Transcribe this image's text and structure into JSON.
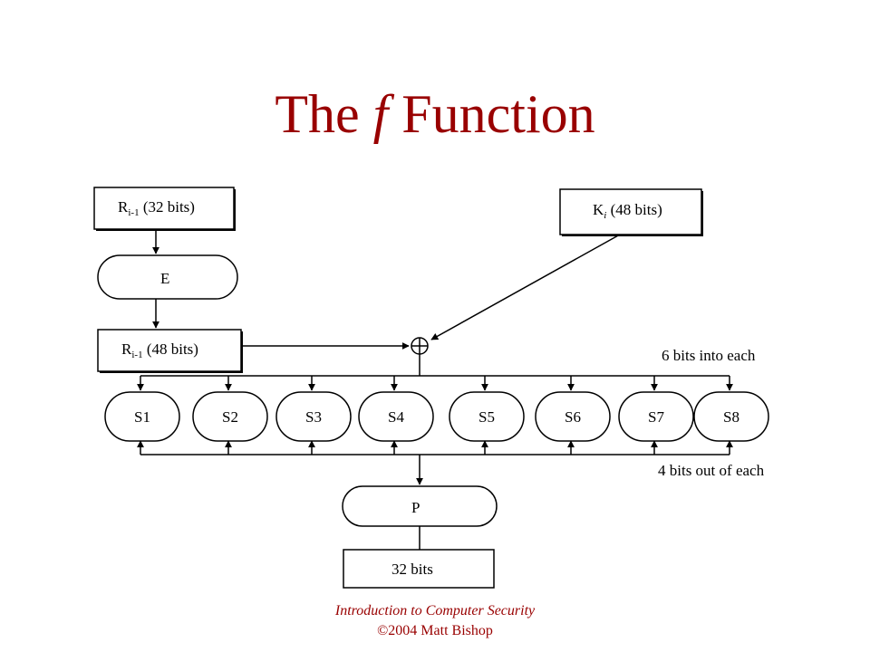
{
  "title": {
    "prefix": "The ",
    "italic": "f",
    "suffix": " Function"
  },
  "nodes": {
    "r_in": {
      "main": "R",
      "sub": "i-1",
      "rest": " (32 bits)"
    },
    "k": {
      "main": "K",
      "sub": "i",
      "rest": " (48 bits)"
    },
    "e": "E",
    "r_exp": {
      "main": "R",
      "sub": "i-1",
      "rest": " (48 bits)"
    },
    "p": "P",
    "out": "32 bits"
  },
  "sboxes": [
    "S1",
    "S2",
    "S3",
    "S4",
    "S5",
    "S6",
    "S7",
    "S8"
  ],
  "annotations": {
    "into": "6 bits into each",
    "out_of": "4 bits out of each"
  },
  "footer": {
    "course": "Introduction to Computer Security",
    "copyright": "©2004 Matt Bishop"
  }
}
